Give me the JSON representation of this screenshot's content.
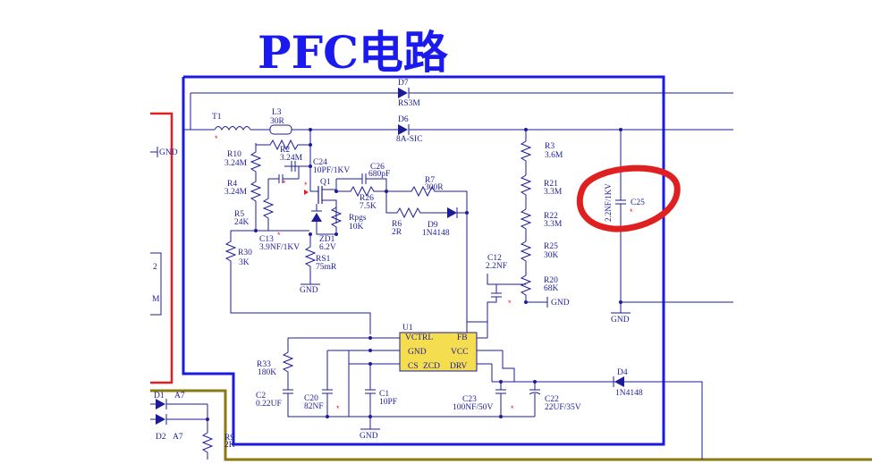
{
  "title": "PFC电路",
  "components": {
    "D7": {
      "ref": "D7",
      "value": "RS3M"
    },
    "D6": {
      "ref": "D6",
      "value": "8A-SIC"
    },
    "T1": {
      "ref": "T1"
    },
    "L3": {
      "ref": "L3",
      "value": "30R"
    },
    "R2": {
      "ref": "R2",
      "value": "3.24M"
    },
    "R10": {
      "ref": "R10",
      "value": "3.24M"
    },
    "R4": {
      "ref": "R4",
      "value": "3.24M"
    },
    "R5": {
      "ref": "R5",
      "value": "24K"
    },
    "C13": {
      "ref": "C13",
      "value": "3.9NF/1KV"
    },
    "C24": {
      "ref": "C24",
      "value": "10PF/1KV"
    },
    "C26": {
      "ref": "C26",
      "value": "680pF"
    },
    "Q1": {
      "ref": "Q1"
    },
    "R26": {
      "ref": "R26",
      "value": "7.5K"
    },
    "R7": {
      "ref": "R7",
      "value": "300R"
    },
    "Rpgs": {
      "ref": "Rpgs",
      "value": "10K"
    },
    "ZD1": {
      "ref": "ZD1",
      "value": "6.2V"
    },
    "R6": {
      "ref": "R6",
      "value": "2R"
    },
    "D9": {
      "ref": "D9",
      "value": "1N4148"
    },
    "R30": {
      "ref": "R30",
      "value": "3K"
    },
    "RS1": {
      "ref": "RS1",
      "value": "75mR"
    },
    "R3": {
      "ref": "R3",
      "value": "3.6M"
    },
    "R21": {
      "ref": "R21",
      "value": "3.3M"
    },
    "R22": {
      "ref": "R22",
      "value": "3.3M"
    },
    "R25": {
      "ref": "R25",
      "value": "30K"
    },
    "R20": {
      "ref": "R20",
      "value": "68K"
    },
    "C12": {
      "ref": "C12",
      "value": "2.2NF"
    },
    "C25": {
      "ref": "C25",
      "value": "2.2NF/1KV"
    },
    "U1": {
      "ref": "U1",
      "pins": [
        "VCTRL",
        "FB",
        "GND",
        "VCC",
        "CS",
        "ZCD",
        "DRV"
      ]
    },
    "R33": {
      "ref": "R33",
      "value": "180K"
    },
    "C2": {
      "ref": "C2",
      "value": "0.22UF"
    },
    "C20": {
      "ref": "C20",
      "value": "82NF"
    },
    "C1": {
      "ref": "C1",
      "value": "10PF"
    },
    "C23": {
      "ref": "C23",
      "value": "100NF/50V"
    },
    "C22": {
      "ref": "C22",
      "value": "22UF/35V"
    },
    "D4": {
      "ref": "D4",
      "value": "1N4148"
    },
    "D1": {
      "ref": "D1",
      "value": "A7"
    },
    "D2": {
      "ref": "D2",
      "value": "A7"
    },
    "R9": {
      "ref": "R9",
      "value": "2K"
    }
  },
  "net_labels": {
    "gnd": "GND"
  },
  "edge_labels": {
    "left_2": "2",
    "left_m": "M"
  },
  "marker": "*",
  "colors": {
    "frame": "#1a1ae0",
    "wire": "#1c1c9a",
    "highlight": "#e02020",
    "trace": "#8a7a10",
    "title": "#1a1aee"
  }
}
